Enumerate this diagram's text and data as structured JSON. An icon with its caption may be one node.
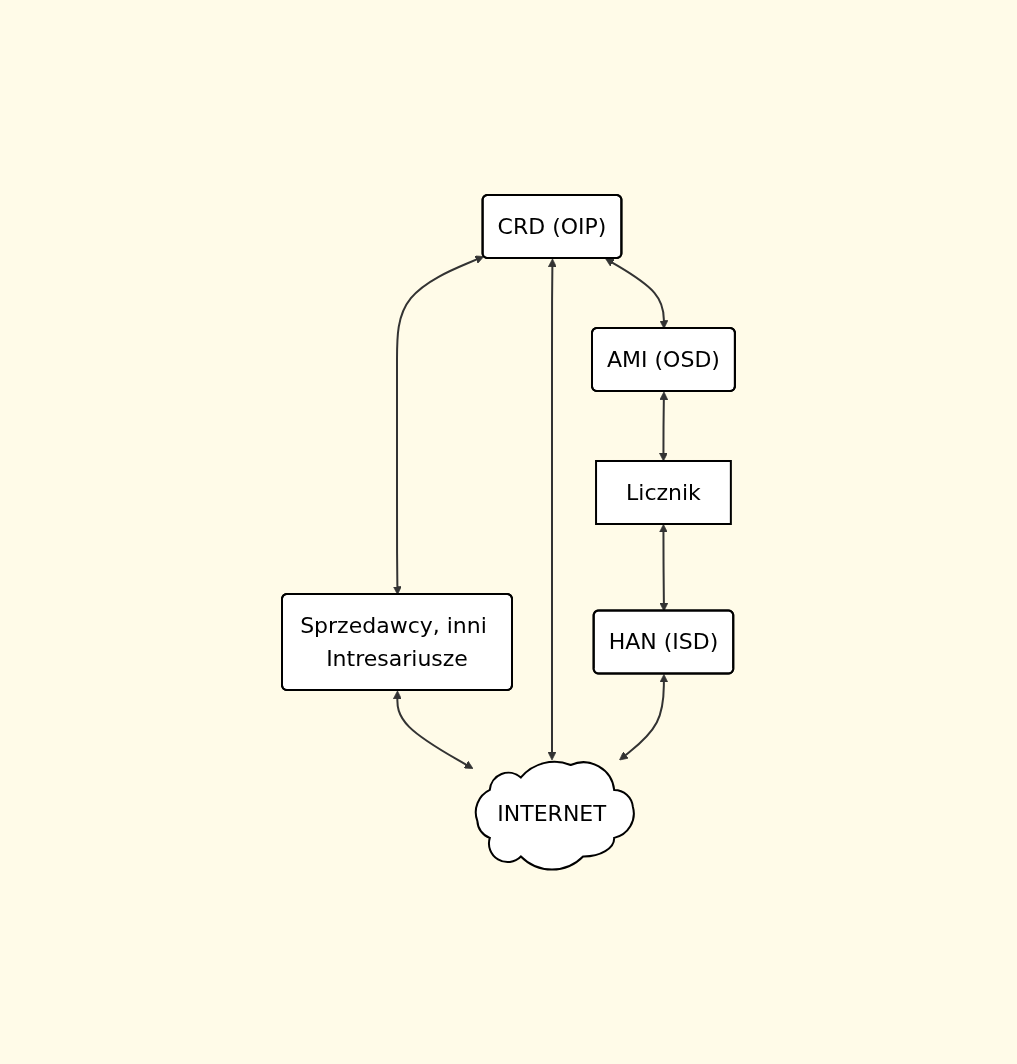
{
  "diagram": {
    "nodes": [
      {
        "text": [
          "CRD (OIP)"
        ]
      },
      {
        "text": [
          "Sprzedawcy, inni Intresariusze"
        ]
      },
      {
        "text": [
          "AMI (OSD)"
        ]
      },
      {
        "text": [
          "INTERNET"
        ]
      },
      {
        "text": [
          "Licznik"
        ]
      },
      {
        "text": [
          "HAN (ISD)"
        ]
      }
    ],
    "edges": [
      {
        "from": 0,
        "to": 1,
        "arrow": "both"
      },
      {
        "from": 0,
        "to": 2,
        "arrow": "both"
      },
      {
        "from": 1,
        "to": 3,
        "arrow": "both"
      },
      {
        "from": 0,
        "to": 3,
        "arrow": "both"
      },
      {
        "from": 2,
        "to": 4,
        "arrow": "both"
      },
      {
        "from": 4,
        "to": 5,
        "arrow": "both"
      },
      {
        "from": 5,
        "to": 3,
        "arrow": "both"
      }
    ]
  }
}
